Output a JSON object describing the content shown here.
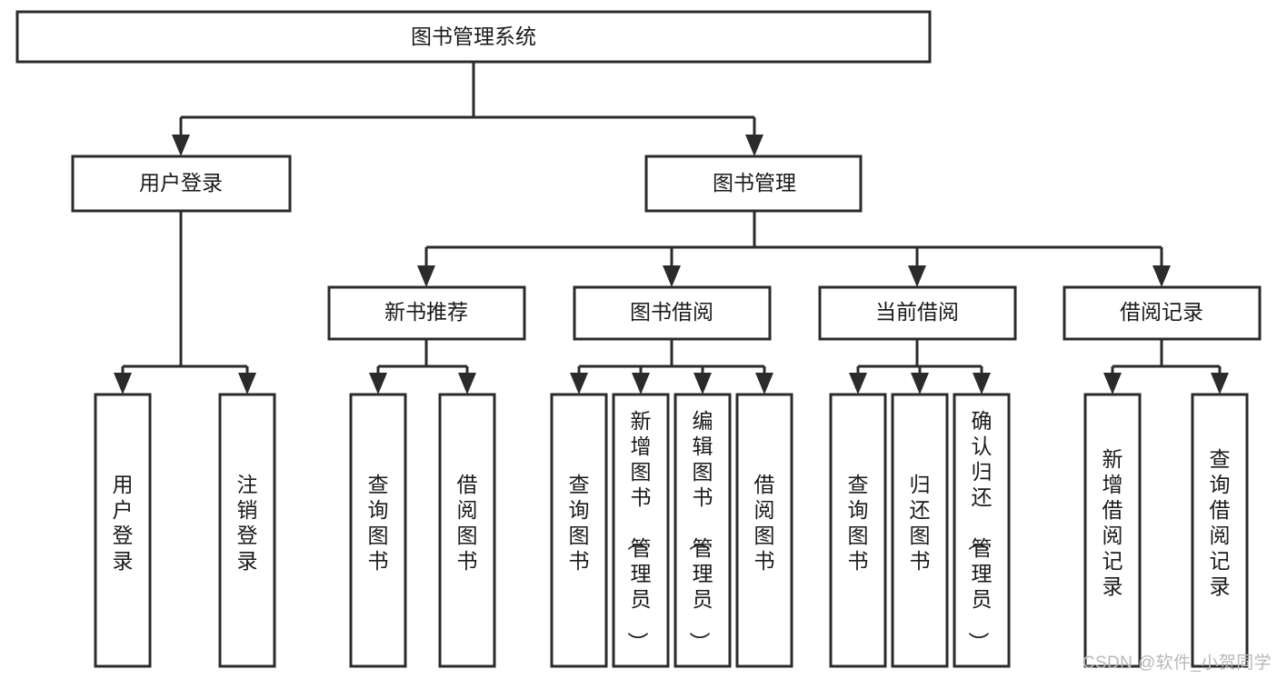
{
  "diagram": {
    "type": "tree-hierarchy",
    "title": "图书管理系统",
    "watermark": "CSDN @软件_小贺同学",
    "colors": {
      "stroke": "#2b2b2b",
      "fill": "#ffffff",
      "text": "#1a1a1a",
      "watermark": "#b9b9b9",
      "background": "#ffffff"
    },
    "levels": [
      {
        "level": 1,
        "orientation": "horizontal",
        "nodes": [
          "图书管理系统"
        ]
      },
      {
        "level": 2,
        "orientation": "horizontal",
        "nodes": [
          "用户登录",
          "图书管理"
        ]
      },
      {
        "level": 3,
        "orientation": "horizontal",
        "nodes": [
          "新书推荐",
          "图书借阅",
          "当前借阅",
          "借阅记录"
        ]
      },
      {
        "level": 4,
        "orientation": "vertical",
        "nodes": [
          "用户登录",
          "注销登录",
          "查询图书",
          "借阅图书",
          "查询图书",
          "新增图书（管理员）",
          "编辑图书（管理员）",
          "借阅图书",
          "查询图书",
          "归还图书",
          "确认归还（管理员）",
          "新增借阅记录",
          "查询借阅记录"
        ]
      }
    ],
    "nodes": {
      "root": {
        "id": "root",
        "label": "图书管理系统",
        "orientation": "horizontal"
      },
      "user_login": {
        "id": "user_login",
        "label": "用户登录",
        "orientation": "horizontal"
      },
      "book_manage": {
        "id": "book_manage",
        "label": "图书管理",
        "orientation": "horizontal"
      },
      "new_book_rec": {
        "id": "new_book_rec",
        "label": "新书推荐",
        "orientation": "horizontal"
      },
      "book_borrow": {
        "id": "book_borrow",
        "label": "图书借阅",
        "orientation": "horizontal"
      },
      "current_borrow": {
        "id": "current_borrow",
        "label": "当前借阅",
        "orientation": "horizontal"
      },
      "borrow_record": {
        "id": "borrow_record",
        "label": "借阅记录",
        "orientation": "horizontal"
      },
      "leaf_1": {
        "id": "leaf_1",
        "label": "用户登录",
        "orientation": "vertical",
        "parent": "user_login"
      },
      "leaf_2": {
        "id": "leaf_2",
        "label": "注销登录",
        "orientation": "vertical",
        "parent": "user_login"
      },
      "leaf_3": {
        "id": "leaf_3",
        "label": "查询图书",
        "orientation": "vertical",
        "parent": "new_book_rec"
      },
      "leaf_4": {
        "id": "leaf_4",
        "label": "借阅图书",
        "orientation": "vertical",
        "parent": "new_book_rec"
      },
      "leaf_5": {
        "id": "leaf_5",
        "label": "查询图书",
        "orientation": "vertical",
        "parent": "book_borrow"
      },
      "leaf_6": {
        "id": "leaf_6",
        "label": "新增图书（管理员）",
        "orientation": "vertical",
        "parent": "book_borrow"
      },
      "leaf_7": {
        "id": "leaf_7",
        "label": "编辑图书（管理员）",
        "orientation": "vertical",
        "parent": "book_borrow"
      },
      "leaf_8": {
        "id": "leaf_8",
        "label": "借阅图书",
        "orientation": "vertical",
        "parent": "book_borrow"
      },
      "leaf_9": {
        "id": "leaf_9",
        "label": "查询图书",
        "orientation": "vertical",
        "parent": "current_borrow"
      },
      "leaf_10": {
        "id": "leaf_10",
        "label": "归还图书",
        "orientation": "vertical",
        "parent": "current_borrow"
      },
      "leaf_11": {
        "id": "leaf_11",
        "label": "确认归还（管理员）",
        "orientation": "vertical",
        "parent": "current_borrow"
      },
      "leaf_12": {
        "id": "leaf_12",
        "label": "新增借阅记录",
        "orientation": "vertical",
        "parent": "borrow_record"
      },
      "leaf_13": {
        "id": "leaf_13",
        "label": "查询借阅记录",
        "orientation": "vertical",
        "parent": "borrow_record"
      }
    }
  }
}
